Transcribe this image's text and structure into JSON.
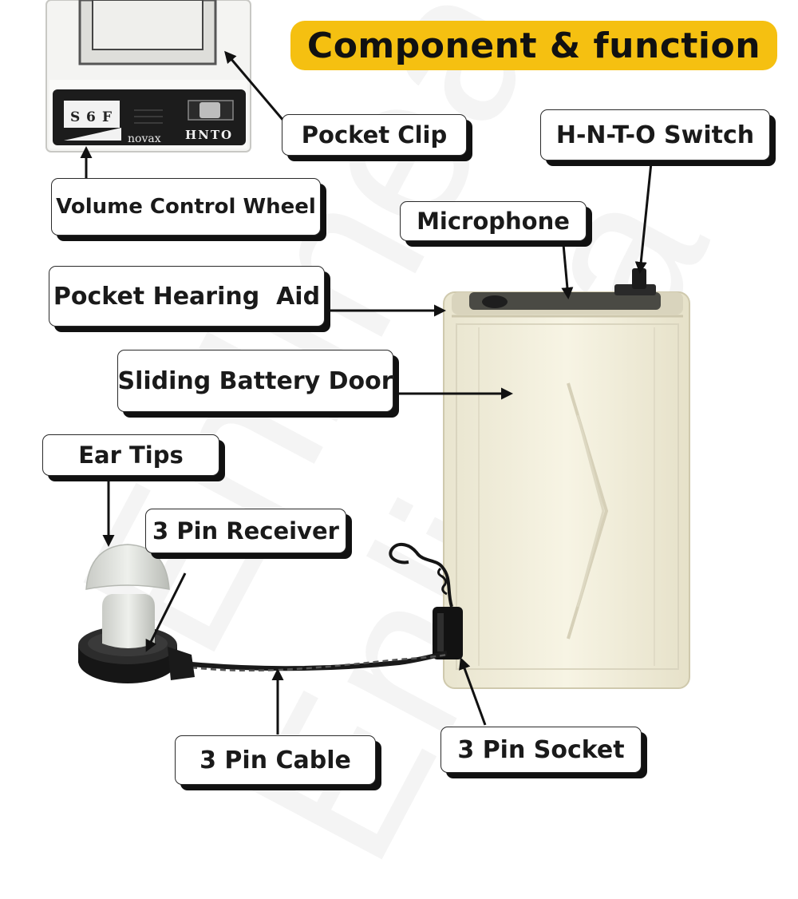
{
  "title": "Component & function",
  "device": {
    "wheel_digits": [
      "S",
      "6",
      "F"
    ],
    "brand": "novax",
    "switch_letters": "HNTO"
  },
  "labels": {
    "pocket_clip": "Pocket Clip",
    "hnto_switch": "H-N-T-O Switch",
    "volume_wheel": "Volume Control Wheel",
    "microphone": "Microphone",
    "pocket_hearing_aid": "Pocket Hearing  Aid",
    "battery_door": "Sliding Battery Door",
    "ear_tips": "Ear Tips",
    "receiver": "3 Pin Receiver",
    "cable": "3 Pin Cable",
    "socket": "3 Pin Socket"
  },
  "watermark": "Enlinea",
  "colors": {
    "title_bg": "#f5c011",
    "device_body": "#f3efdc",
    "label_shadow": "#111111"
  }
}
